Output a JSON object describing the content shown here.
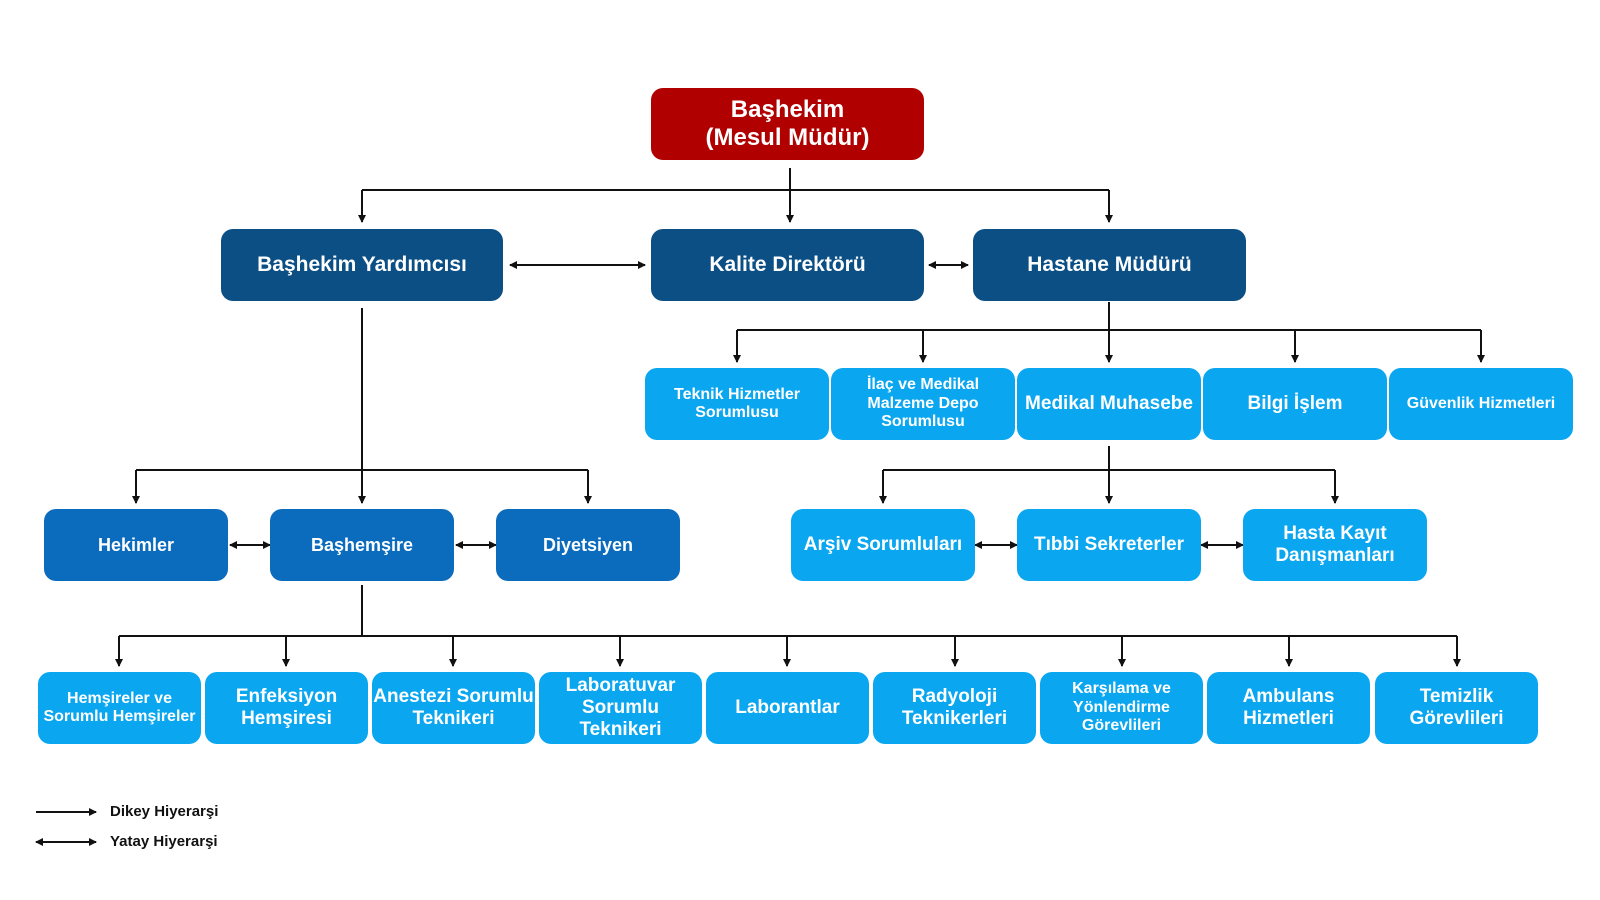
{
  "colors": {
    "top": "#b00000",
    "level1": "#0b4f85",
    "level2": "#0b6bbd",
    "light": "#0aa6f0",
    "line": "#111111"
  },
  "top": {
    "label": "Başhekim\n(Mesul Müdür)"
  },
  "level1": {
    "deputy": "Başhekim Yardımcısı",
    "quality": "Kalite Direktörü",
    "manager": "Hastane Müdürü"
  },
  "manager_units": [
    "Teknik Hizmetler\nSorumlusu",
    "İlaç ve Medikal\nMalzeme Depo\nSorumlusu",
    "Medikal Muhasebe",
    "Bilgi İşlem",
    "Güvenlik Hizmetleri"
  ],
  "accounting_units": [
    "Arşiv Sorumluları",
    "Tıbbi Sekreterler",
    "Hasta Kayıt\nDanışmanları"
  ],
  "deputy_units": [
    "Hekimler",
    "Başhemşire",
    "Diyetsiyen"
  ],
  "nursing_units": [
    "Hemşireler ve\nSorumlu Hemşireler",
    "Enfeksiyon\nHemşiresi",
    "Anestezi Sorumlu\nTeknikeri",
    "Laboratuvar\nSorumlu Teknikeri",
    "Laborantlar",
    "Radyoloji\nTeknikerleri",
    "Karşılama ve\nYönlendirme\nGörevlileri",
    "Ambulans\nHizmetleri",
    "Temizlik\nGörevlileri"
  ],
  "legend": {
    "vertical": "Dikey Hiyerarşi",
    "horizontal": "Yatay Hiyerarşi"
  }
}
